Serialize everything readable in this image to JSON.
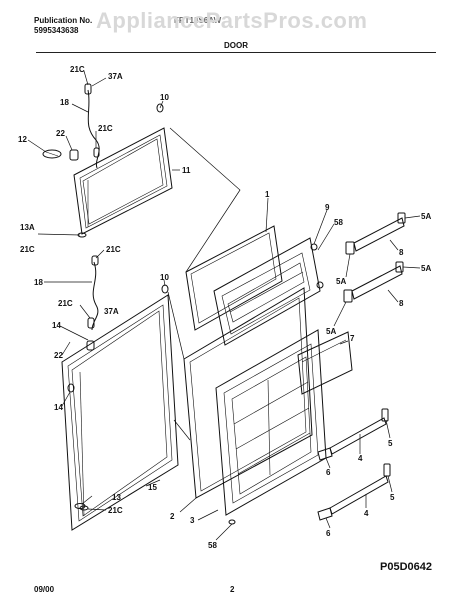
{
  "header": {
    "publication_label": "Publication No.",
    "publication_number": "5995343638",
    "model_text": "FRT18S6AW",
    "section_title": "DOOR",
    "watermark": "AppliancePartsPros.com"
  },
  "footer": {
    "date": "09/00",
    "page": "2",
    "diagram_code": "P05D0642"
  },
  "callouts": {
    "c21C_a": "21C",
    "c37A_a": "37A",
    "c18_a": "18",
    "c21C_b": "21C",
    "c10_a": "10",
    "c12": "12",
    "c22_a": "22",
    "c11": "11",
    "c13A": "13A",
    "c21C_c": "21C",
    "c21C_d": "21C",
    "c18_b": "18",
    "c10_b": "10",
    "c21C_e": "21C",
    "c37A_b": "37A",
    "c14_a": "14",
    "c22_b": "22",
    "c14_b": "14",
    "c15": "15",
    "c13": "13",
    "c21C_f": "21C",
    "c1": "1",
    "c9": "9",
    "c58_a": "58",
    "c5A_a": "5A",
    "c8_a": "8",
    "c5A_b": "5A",
    "c5A_c": "5A",
    "c8_b": "8",
    "c5A_d": "5A",
    "c7": "7",
    "c2": "2",
    "c3": "3",
    "c58_b": "58",
    "c5_a": "5",
    "c4_a": "4",
    "c6_a": "6",
    "c5_b": "5",
    "c4_b": "4",
    "c6_b": "6"
  }
}
